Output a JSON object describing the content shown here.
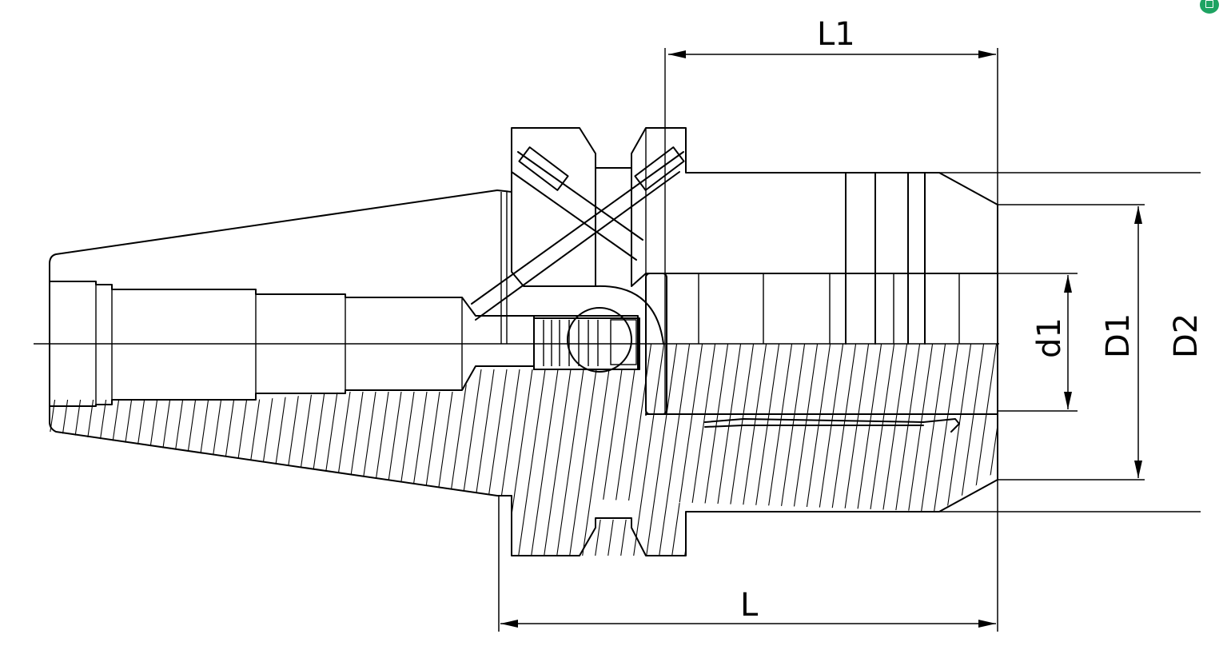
{
  "labels": {
    "L1": "L1",
    "L": "L",
    "d1": "d1",
    "D1": "D1",
    "D2": "D2"
  },
  "icons": {
    "badge": "app-badge-icon"
  },
  "colors": {
    "line": "#000000",
    "background": "#ffffff",
    "badge": "#1ea362"
  }
}
